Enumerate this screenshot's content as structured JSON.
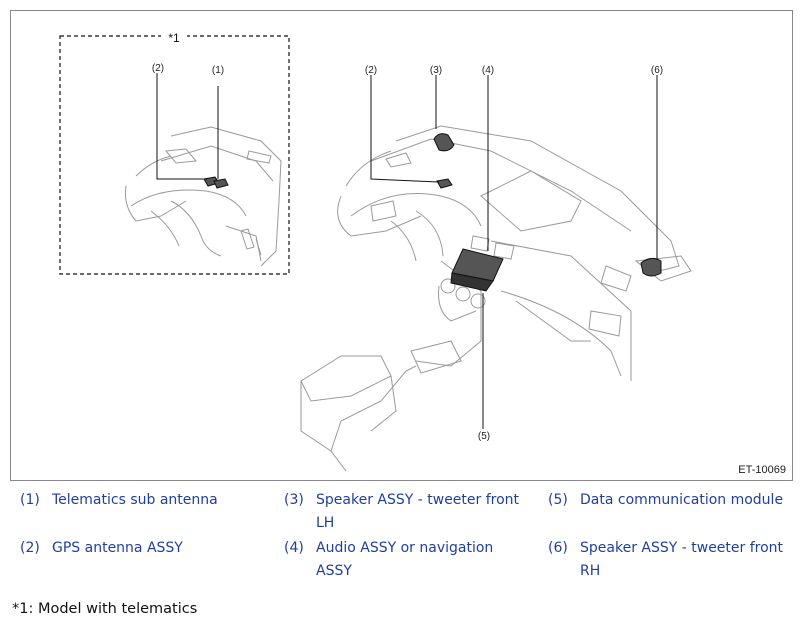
{
  "diagram": {
    "figure_id": "ET-10069",
    "inset_label": "*1",
    "callouts": {
      "inset_2": "(2)",
      "inset_1": "(1)",
      "main_2": "(2)",
      "main_3": "(3)",
      "main_4": "(4)",
      "main_6": "(6)",
      "main_5": "(5)"
    }
  },
  "legend": [
    {
      "num": "(1)",
      "text": "Telematics sub antenna"
    },
    {
      "num": "(2)",
      "text": "GPS antenna ASSY"
    },
    {
      "num": "(3)",
      "text": "Speaker ASSY - tweeter front LH"
    },
    {
      "num": "(4)",
      "text": "Audio ASSY or navigation ASSY"
    },
    {
      "num": "(5)",
      "text": "Data communication module"
    },
    {
      "num": "(6)",
      "text": "Speaker ASSY - tweeter front RH"
    }
  ],
  "footnote": "*1: Model with telematics",
  "colors": {
    "legend_text": "#1f3fa0",
    "border": "#888888"
  }
}
